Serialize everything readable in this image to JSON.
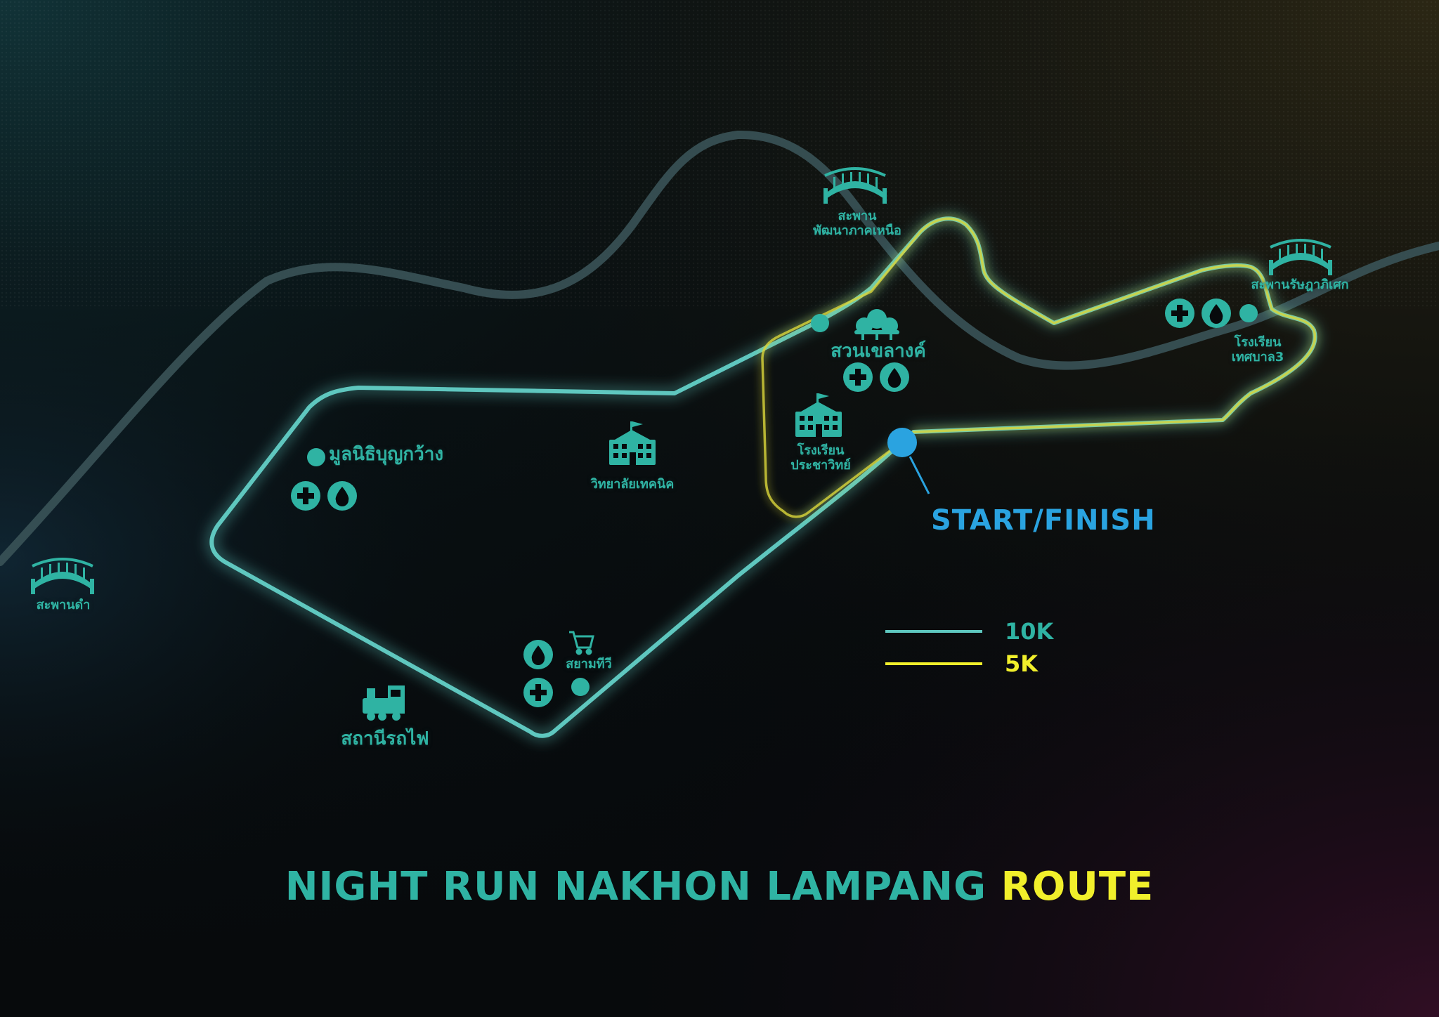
{
  "title": {
    "main": "NIGHT RUN NAKHON LAMPANG",
    "accent": "ROUTE"
  },
  "start_finish": "START/FINISH",
  "legend": [
    {
      "label": "10K",
      "color": "#5ec7bf"
    },
    {
      "label": "5K",
      "color": "#f1ef2b"
    }
  ],
  "landmarks": {
    "bridge_north": "สะพาน\nพัฒนาภาคเหนือ",
    "bridge_ratchada": "สะพานรัษฎาภิเศก",
    "bridge_dam": "สะพานดำ",
    "park": "สวนเขลางค์",
    "school_ratchada": "โรงเรียน\nเทศบาล3",
    "school_prachawit": "โรงเรียน\nประชาวิทย์",
    "college": "วิทยาลัยเทคนิค",
    "foundation": "มูลนิธิบุญกว้าง",
    "station": "สถานีรถไฟ",
    "market": "สยามทีวี"
  },
  "icons": [
    "bridge-icon",
    "park-icon",
    "school-icon",
    "train-icon",
    "cart-icon",
    "first-aid-icon",
    "water-icon"
  ],
  "colors": {
    "teal": "#2fb3a3",
    "route_10k": "#5ec7bf",
    "route_5k": "#f1ef2b",
    "river": "#3a5358",
    "start": "#2aa3e0",
    "title_accent": "#f1ef2b"
  }
}
